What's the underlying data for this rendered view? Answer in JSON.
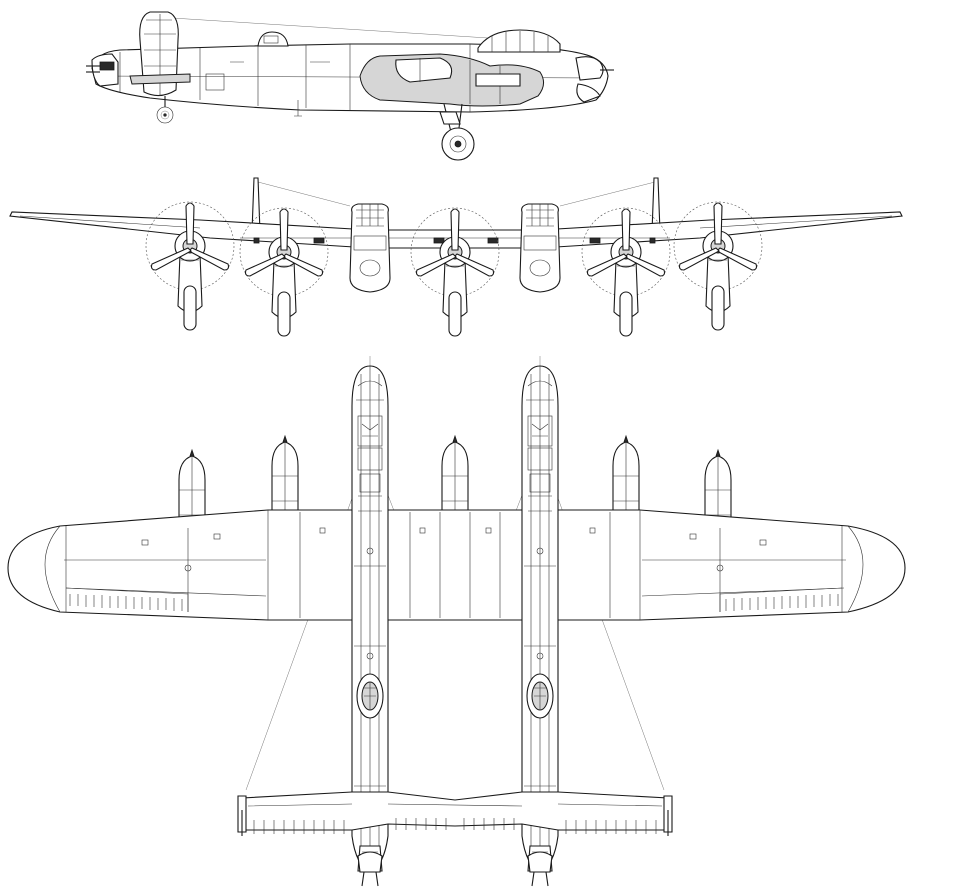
{
  "drawing": {
    "subject": "",
    "views": [
      "side",
      "front",
      "plan"
    ]
  }
}
